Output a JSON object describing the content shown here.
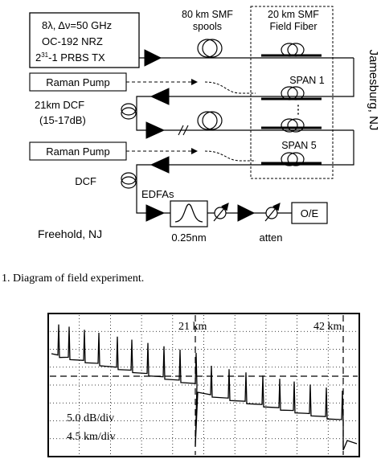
{
  "diagram": {
    "tx": {
      "line1": "8λ, Δν=50 GHz",
      "line2": "OC-192 NRZ",
      "line3_base": "2",
      "line3_sup": "31",
      "line3_rest": "-1 PRBS TX"
    },
    "smf_spools": {
      "line1": "80 km SMF",
      "line2": "spools"
    },
    "field_fiber": {
      "line1": "20 km SMF",
      "line2": "Field Fiber"
    },
    "span1": "SPAN 1",
    "span5": "SPAN 5",
    "ellipsis": "⋮",
    "raman1": "Raman Pump",
    "raman2": "Raman Pump",
    "dcf1": {
      "line1": "21km DCF",
      "line2": "(15-17dB)"
    },
    "dcf2": "DCF",
    "edfas": "EDFAs",
    "filter": "0.25nm",
    "atten": "atten",
    "oe": "O/E",
    "freehold": "Freehold, NJ",
    "jamesburg": "Jamesburg, NJ"
  },
  "caption": "1.   Diagram of field experiment.",
  "trace": {
    "label_21": "21 km",
    "label_42": "42 km",
    "scale1": "5.0 dB/div",
    "scale2": "4.5 km/div"
  }
}
